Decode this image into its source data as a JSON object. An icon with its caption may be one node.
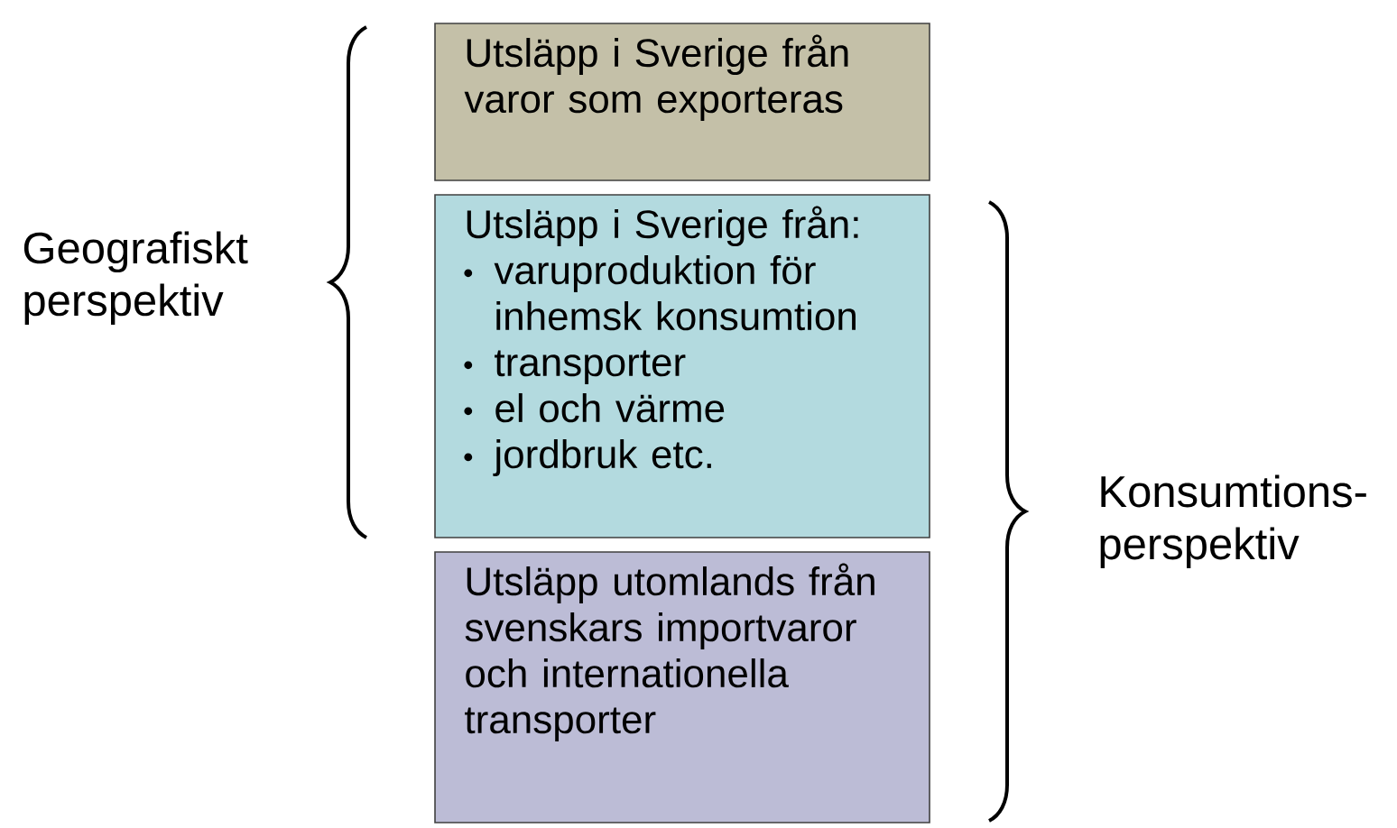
{
  "diagram": {
    "nodes": [
      {
        "text": [
          "Utsläpp i Sverige från varor som exporteras"
        ]
      },
      {
        "text": [
          "Utsläpp i Sverige från:",
          "varuproduktion för inhemsk konsumtion",
          "transporter",
          "el och värme",
          "jordbruk etc."
        ]
      },
      {
        "text": [
          "Utsläpp utomlands från svenskars importvaror och internationella transporter"
        ]
      }
    ],
    "labels": [
      "Geografiskt perspektiv",
      "Konsumtions- perspektiv"
    ]
  }
}
